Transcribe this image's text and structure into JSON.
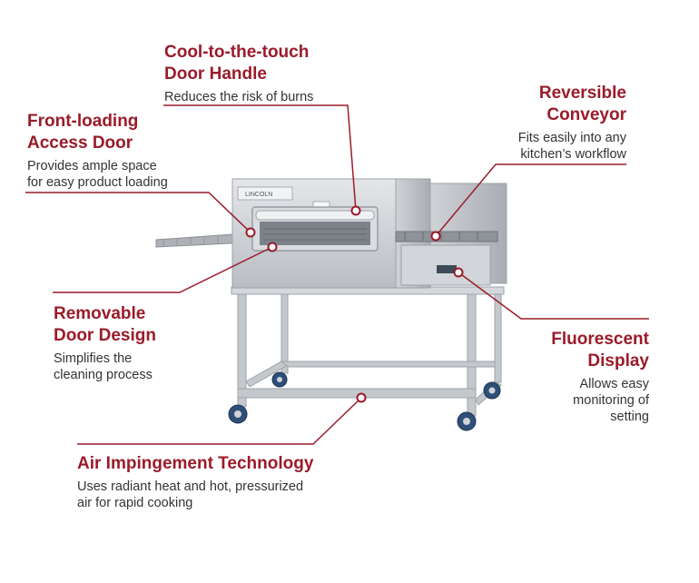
{
  "colors": {
    "accent": "#9a1b2a",
    "text": "#333333",
    "steel": "#c9ccd0"
  },
  "machine": {
    "brand_label": "LINCOLN"
  },
  "callouts": {
    "door_handle": {
      "title_l1": "Cool-to-the-touch",
      "title_l2": "Door Handle",
      "desc_l1": "Reduces the risk of burns"
    },
    "access_door": {
      "title_l1": "Front-loading",
      "title_l2": "Access Door",
      "desc_l1": "Provides ample space",
      "desc_l2": "for easy product loading"
    },
    "conveyor": {
      "title_l1": "Reversible",
      "title_l2": "Conveyor",
      "desc_l1": "Fits easily into any",
      "desc_l2": "kitchen’s workflow"
    },
    "removable_door": {
      "title_l1": "Removable",
      "title_l2": "Door Design",
      "desc_l1": "Simplifies the",
      "desc_l2": "cleaning process"
    },
    "display": {
      "title_l1": "Fluorescent",
      "title_l2": "Display",
      "desc_l1": "Allows easy",
      "desc_l2": "monitoring of",
      "desc_l3": "setting"
    },
    "air": {
      "title_l1": "Air Impingement Technology",
      "desc_l1": "Uses radiant heat and hot, pressurized",
      "desc_l2": "air for rapid cooking"
    }
  }
}
